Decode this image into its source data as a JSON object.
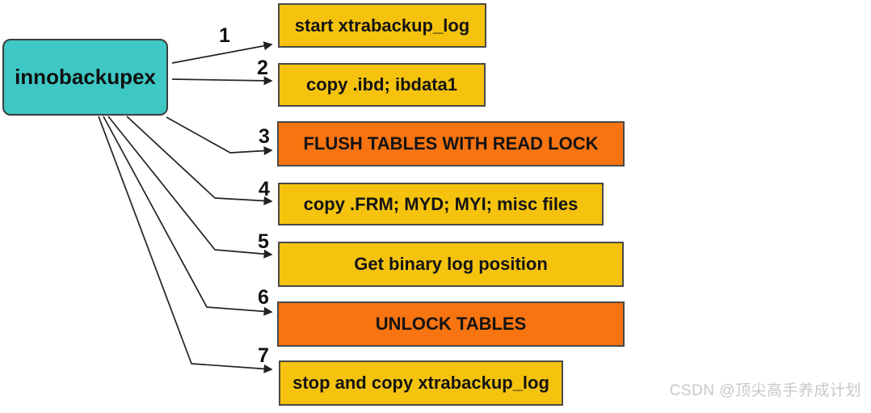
{
  "diagram": {
    "source_node": {
      "label": "innobackupex"
    },
    "steps": [
      {
        "number": "1",
        "label": "start xtrabackup_log",
        "type": "normal"
      },
      {
        "number": "2",
        "label": "copy .ibd; ibdata1",
        "type": "normal"
      },
      {
        "number": "3",
        "label": "FLUSH TABLES WITH READ LOCK",
        "type": "lock"
      },
      {
        "number": "4",
        "label": "copy .FRM; MYD; MYI; misc files",
        "type": "normal"
      },
      {
        "number": "5",
        "label": "Get binary log position",
        "type": "normal"
      },
      {
        "number": "6",
        "label": "UNLOCK TABLES",
        "type": "lock"
      },
      {
        "number": "7",
        "label": "stop and copy xtrabackup_log",
        "type": "normal"
      }
    ],
    "colors": {
      "node_fill": "#3EC8C5",
      "step_fill": "#F5C30D",
      "lock_fill": "#F87410",
      "border": "#4a4a4a",
      "arrow": "#222222"
    },
    "watermark": "CSDN @顶尖高手养成计划"
  }
}
